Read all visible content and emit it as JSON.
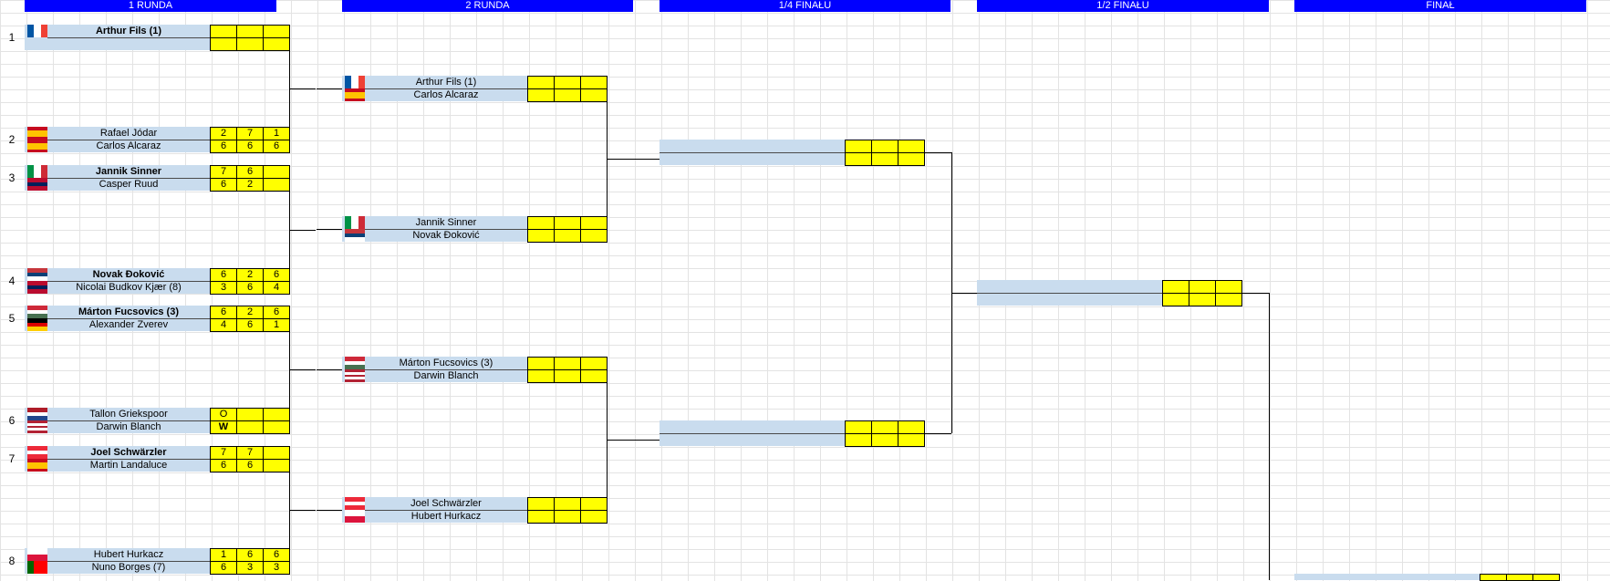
{
  "rounds": [
    "1 RUNDA",
    "2 RUNDA",
    "1/4 FINAŁU",
    "1/2 FINAŁU",
    "FINAŁ"
  ],
  "round1": [
    {
      "num": "1",
      "top": "Arthur Fils (1)",
      "bottom": "",
      "top_bold": true,
      "top_scores": [
        "",
        "",
        ""
      ],
      "bottom_scores": [
        "",
        "",
        ""
      ],
      "flag_top": "fr",
      "flag_bottom": ""
    },
    {
      "num": "2",
      "top": "Rafael Jódar",
      "bottom": "Carlos Alcaraz",
      "top_scores": [
        "2",
        "7",
        "1"
      ],
      "bottom_scores": [
        "6",
        "6",
        "6"
      ],
      "flag_top": "es",
      "flag_bottom": "es"
    },
    {
      "num": "3",
      "top": "Jannik Sinner",
      "bottom": "Casper Ruud",
      "top_bold": true,
      "top_scores": [
        "7",
        "6",
        ""
      ],
      "bottom_scores": [
        "6",
        "2",
        ""
      ],
      "flag_top": "it",
      "flag_bottom": "no"
    },
    {
      "num": "4",
      "top": "Novak Đoković",
      "bottom": "Nicolai Budkov Kjær (8)",
      "top_bold": true,
      "top_scores": [
        "6",
        "2",
        "6"
      ],
      "bottom_scores": [
        "3",
        "6",
        "4"
      ],
      "flag_top": "rs",
      "flag_bottom": "no"
    },
    {
      "num": "5",
      "top": "Márton Fucsovics (3)",
      "bottom": "Alexander Zverev",
      "top_bold": true,
      "top_scores": [
        "6",
        "2",
        "6"
      ],
      "bottom_scores": [
        "4",
        "6",
        "1"
      ],
      "flag_top": "hu",
      "flag_bottom": "de"
    },
    {
      "num": "6",
      "top": "Tallon Griekspoor",
      "bottom": "Darwin Blanch",
      "top_scores": [
        "O",
        "",
        ""
      ],
      "bottom_scores": [
        "W",
        "",
        ""
      ],
      "bottom_bold_score": true,
      "flag_top": "nl",
      "flag_bottom": "us"
    },
    {
      "num": "7",
      "top": "Joel Schwärzler",
      "bottom": "Martin Landaluce",
      "top_bold": true,
      "top_scores": [
        "7",
        "7",
        ""
      ],
      "bottom_scores": [
        "6",
        "6",
        ""
      ],
      "flag_top": "at",
      "flag_bottom": "es"
    },
    {
      "num": "8",
      "top": "Hubert Hurkacz",
      "bottom": "Nuno Borges (7)",
      "top_scores": [
        "1",
        "6",
        "6"
      ],
      "bottom_scores": [
        "6",
        "3",
        "3"
      ],
      "flag_top": "pl",
      "flag_bottom": "pt"
    }
  ],
  "round2": [
    {
      "top": "Arthur Fils (1)",
      "bottom": "Carlos Alcaraz",
      "flag_top": "fr",
      "flag_bottom": "es"
    },
    {
      "top": "Jannik Sinner",
      "bottom": "Novak Đoković",
      "flag_top": "it",
      "flag_bottom": "rs"
    },
    {
      "top": "Márton Fucsovics (3)",
      "bottom": "Darwin Blanch",
      "flag_top": "hu",
      "flag_bottom": "us"
    },
    {
      "top": "Joel Schwärzler",
      "bottom": "Hubert Hurkacz",
      "flag_top": "at",
      "flag_bottom": "pl"
    }
  ],
  "colors": {
    "header": "#0000ff",
    "score_fill": "#ffff00",
    "name_fill": "#c9dcee"
  }
}
